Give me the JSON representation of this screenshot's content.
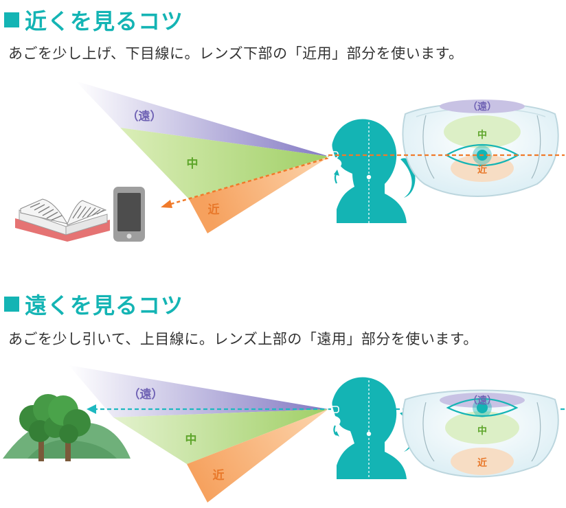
{
  "sections": [
    {
      "title": "近くを見るコツ",
      "description": "あごを少し上げ、下目線に。レンズ下部の「近用」部分を使います。",
      "zones": {
        "far": "（遠）",
        "mid": "中",
        "near": "近"
      },
      "lens_zones": {
        "far": "（遠）",
        "mid": "中",
        "near": "近"
      }
    },
    {
      "title": "遠くを見るコツ",
      "description": "あごを少し引いて、上目線に。レンズ上部の「遠用」部分を使います。",
      "zones": {
        "far": "（遠）",
        "mid": "中",
        "near": "近"
      },
      "lens_zones": {
        "far": "（遠）",
        "mid": "中",
        "near": "近"
      }
    }
  ],
  "colors": {
    "accent": "#14b4b4",
    "far_zone": "#8e84c8",
    "mid_zone": "#a9d46c",
    "near_zone": "#f5a462",
    "near_sightline": "#f07a2a",
    "far_sightline": "#1eb8c0"
  },
  "icons": [
    "book-icon",
    "smartphone-icon",
    "woman-profile-icon",
    "lens-icon",
    "trees-icon"
  ]
}
